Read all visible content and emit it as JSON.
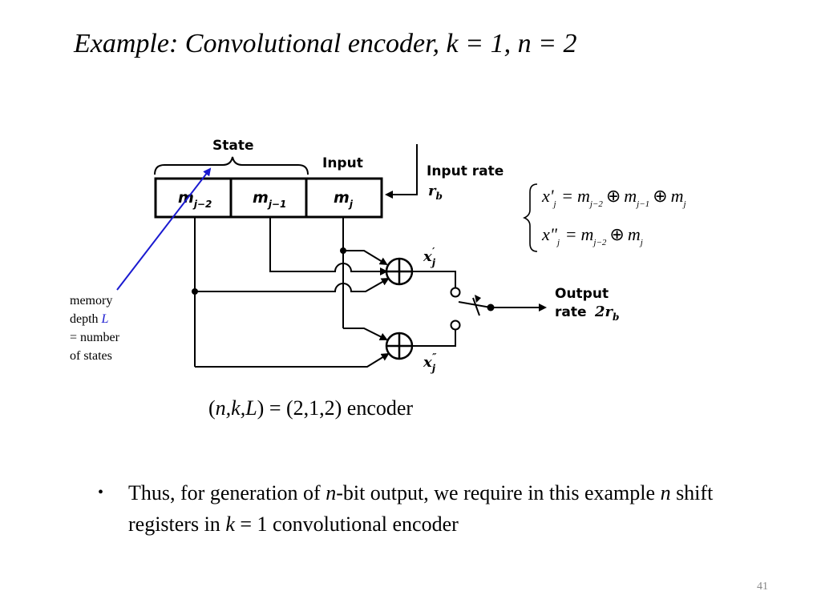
{
  "title": "Example: Convolutional encoder, k = 1, n = 2",
  "diagram": {
    "state_label": "State",
    "input_label": "Input",
    "input_rate_label": "Input rate",
    "input_rate_symbol": "r",
    "input_rate_sub": "b",
    "cells": [
      {
        "base": "m",
        "sub": "j−2"
      },
      {
        "base": "m",
        "sub": "j−1"
      },
      {
        "base": "m",
        "sub": "j"
      }
    ],
    "out1_base": "x",
    "out1_sub": "j",
    "out1_prime": "′",
    "out2_base": "x",
    "out2_sub": "j",
    "out2_prime": "″",
    "output_label": "Output",
    "output_rate_label": "rate",
    "output_rate_symbol": "2r",
    "output_rate_sub": "b"
  },
  "equations": {
    "eq1_lhs": "x'",
    "eq1_lhs_sub": "j",
    "eq1_t1": "m",
    "eq1_t1_sub": "j−2",
    "eq1_t2": "m",
    "eq1_t2_sub": "j−1",
    "eq1_t3": "m",
    "eq1_t3_sub": "j",
    "eq2_lhs": "x\"",
    "eq2_lhs_sub": "j",
    "eq2_t1": "m",
    "eq2_t1_sub": "j−2",
    "eq2_t2": "m",
    "eq2_t2_sub": "j",
    "equals": "=",
    "xor": "⊕"
  },
  "memory_note": {
    "line1": "memory",
    "line2_prefix": "depth ",
    "line2_var": "L",
    "line3": "= number",
    "line4": "of states"
  },
  "caption": {
    "open": "(",
    "vars": "n,k,L",
    "rest": ") = (2,1,2) encoder"
  },
  "bullet": {
    "marker": "•",
    "p1": "Thus, for generation of ",
    "v1": "n",
    "p2": "-bit output, we require in this example ",
    "v2": "n",
    "p3": " shift registers in ",
    "v3": "k",
    "p4": " = 1 convolutional encoder"
  },
  "slide_number": "41",
  "colors": {
    "arrow": "#1a1ad0",
    "slide_number": "#888888"
  }
}
